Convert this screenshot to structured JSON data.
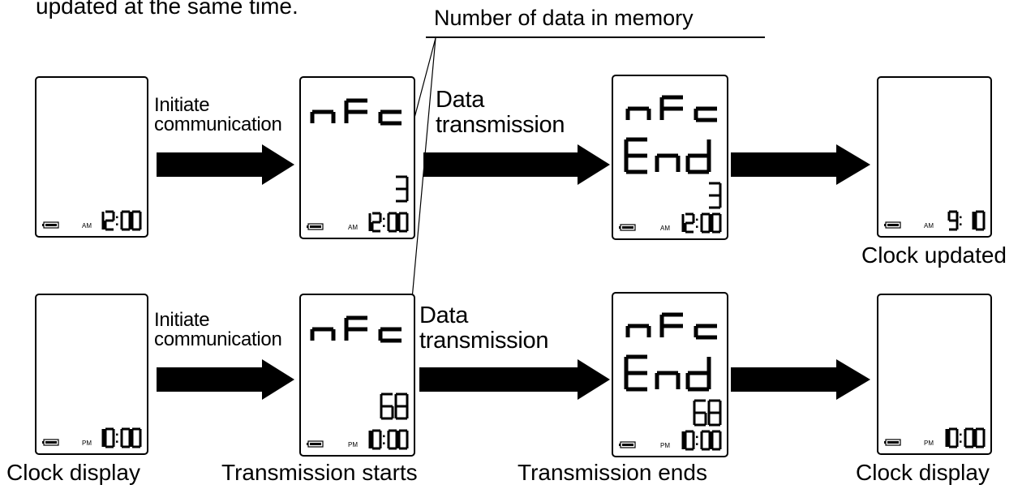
{
  "top_note": "updated at the same time.",
  "callout_label": "Number of data in memory",
  "row1": {
    "arrow1_line1": "Initiate",
    "arrow1_line2": "communication",
    "arrow2_line1": "Data",
    "arrow2_line2": "transmission",
    "screen1": {
      "ampm": "AM",
      "time": "12:00"
    },
    "screen2": {
      "nfc": "nFc",
      "count": "3",
      "ampm": "AM",
      "time": "12:00"
    },
    "screen3": {
      "nfc": "nFc",
      "end": "End",
      "count": "3",
      "ampm": "AM",
      "time": "12:00"
    },
    "screen4": {
      "ampm": "AM",
      "time": "9:10"
    },
    "caption4": "Clock updated"
  },
  "row2": {
    "arrow1_line1": "Initiate",
    "arrow1_line2": "communication",
    "arrow2_line1": "Data",
    "arrow2_line2": "transmission",
    "screen1": {
      "ampm": "PM",
      "time": "10:00"
    },
    "screen2": {
      "nfc": "nFc",
      "count": "68",
      "ampm": "PM",
      "time": "10:00"
    },
    "screen3": {
      "nfc": "nFc",
      "end": "End",
      "count": "68",
      "ampm": "PM",
      "time": "10:00"
    },
    "screen4": {
      "ampm": "PM",
      "time": "10:00"
    }
  },
  "captions": [
    "Clock display",
    "Transmission starts",
    "Transmission ends",
    "Clock display"
  ],
  "icons": {
    "battery": "battery-icon",
    "arrow": "right-arrow-icon"
  }
}
